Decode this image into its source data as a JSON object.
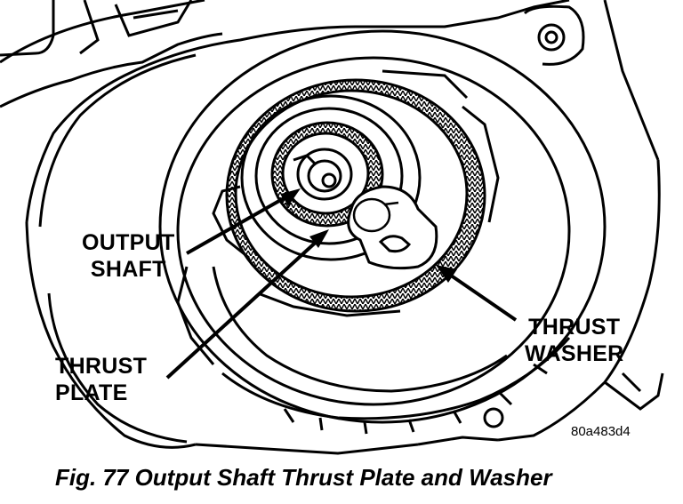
{
  "figure": {
    "code": "80a483d4",
    "caption": "Fig. 77 Output Shaft Thrust Plate and Washer"
  },
  "labels": {
    "output_shaft": [
      "OUTPUT",
      "SHAFT"
    ],
    "thrust_plate": [
      "THRUST",
      "PLATE"
    ],
    "thrust_washer": [
      "THRUST",
      "WASHER"
    ]
  }
}
